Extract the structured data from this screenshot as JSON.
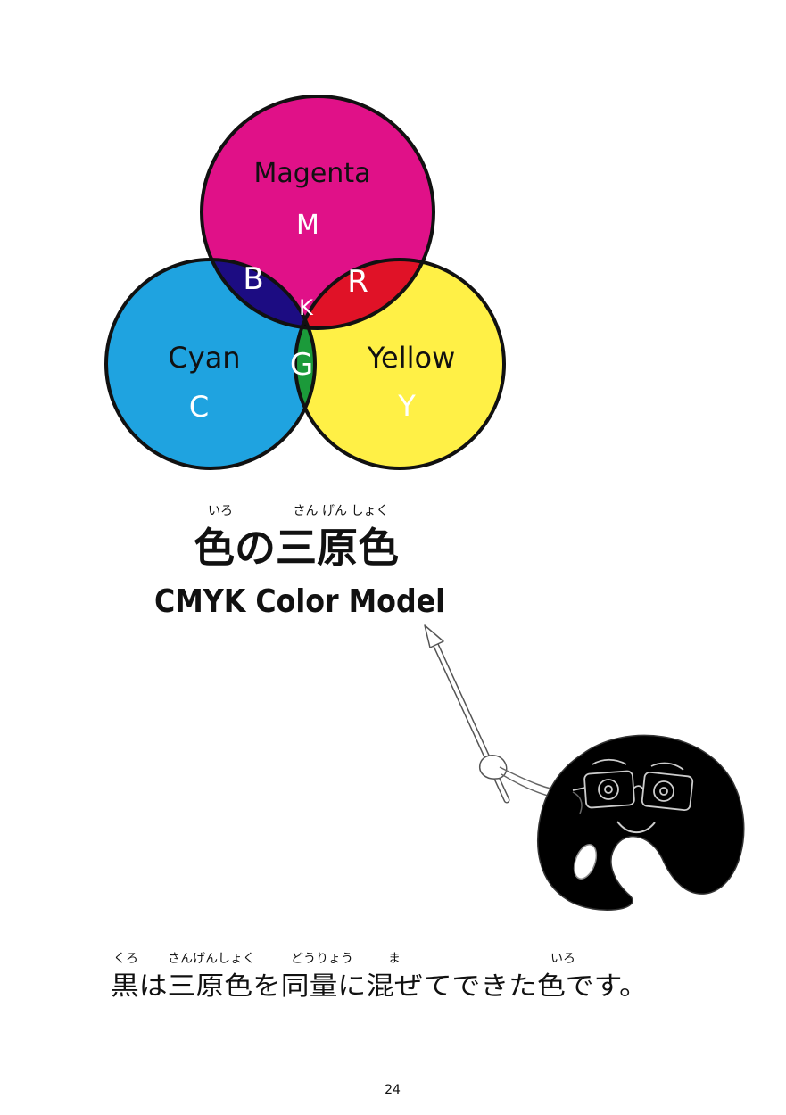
{
  "colors": {
    "magenta": "#E01188",
    "cyan": "#1FA3E0",
    "yellow": "#FFF046",
    "blue": "#1C0C82",
    "red": "#E01227",
    "green": "#1B9A3A",
    "black": "#000000",
    "outline": "#111111"
  },
  "venn": {
    "magenta": {
      "name": "Magenta",
      "letter": "M"
    },
    "cyan": {
      "name": "Cyan",
      "letter": "C"
    },
    "yellow": {
      "name": "Yellow",
      "letter": "Y"
    },
    "overlaps": {
      "blue": "B",
      "red": "R",
      "green": "G",
      "black": "K"
    }
  },
  "title": {
    "japanese": "色の三原色",
    "ruby_iro": "いろ",
    "ruby_sangenshoku": "さん げん しょく",
    "english": "CMYK Color Model"
  },
  "sentence": {
    "text": "黒は三原色を同量に混ぜてできた色です。",
    "ruby": [
      "くろ",
      "さんげんしょく",
      "どうりょう",
      "ま",
      "いろ"
    ]
  },
  "page_number": "24",
  "character": {
    "name": "palette-character",
    "icon": "palette-icon"
  }
}
